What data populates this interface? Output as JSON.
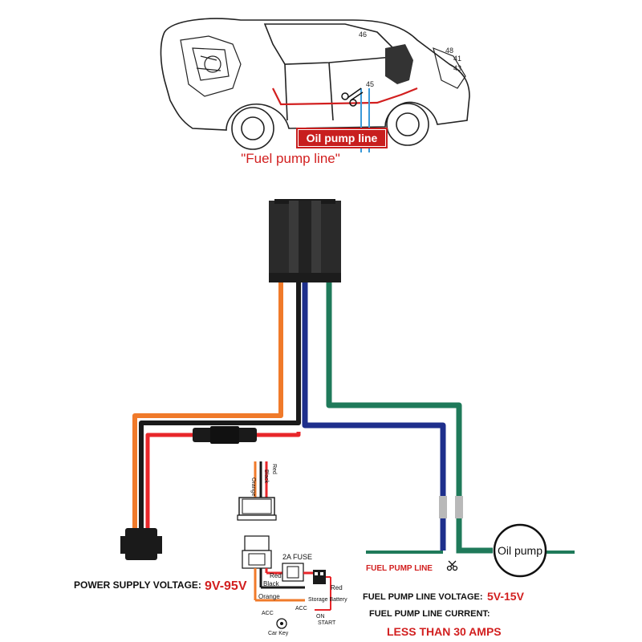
{
  "car": {
    "oil_pump_label": "Oil pump line",
    "fuel_pump_label": "\"Fuel pump line\"",
    "part_numbers": [
      "46",
      "45",
      "48",
      "41",
      "43"
    ]
  },
  "wires": {
    "orange_label": "Orange",
    "black_label": "Black",
    "red_label": "Red"
  },
  "connector": {
    "wire_labels": [
      "Orange",
      "Black",
      "Red"
    ],
    "fuse_label": "2A FUSE",
    "red_label": "Red",
    "black_label": "Black",
    "orange_label": "Orange",
    "red_label_right": "Red",
    "storage_battery_label": "Storage Battery",
    "acc_label_left": "ACC",
    "acc_label_right": "ACC",
    "on_label": "ON",
    "start_label": "START",
    "car_key_label": "Car Key"
  },
  "specs": {
    "power_supply_label": "POWER SUPPLY VOLTAGE:",
    "power_supply_value": "9V-95V",
    "fuel_pump_line_label": "FUEL PUMP LINE",
    "fuel_pump_voltage_label": "FUEL PUMP LINE VOLTAGE:",
    "fuel_pump_voltage_value": "5V-15V",
    "fuel_pump_current_label": "FUEL PUMP LINE CURRENT:",
    "fuel_pump_current_value": "LESS THAN 30 AMPS"
  },
  "pump": {
    "label": "Oil pump"
  },
  "colors": {
    "orange_wire": "#f07a2a",
    "black_wire": "#1a1a1a",
    "red_wire": "#e8262a",
    "blue_wire": "#1e2f8c",
    "green_wire": "#1f7a5a",
    "label_red": "#d21f1f"
  }
}
